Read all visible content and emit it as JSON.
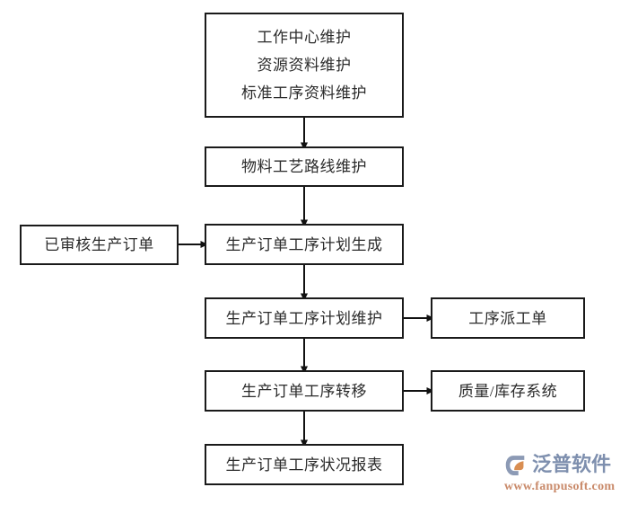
{
  "diagram": {
    "type": "flowchart",
    "orientation": "top-to-bottom",
    "background_color": "#ffffff",
    "box_border_color": "#1a1a1a",
    "text_color": "#2b2b2b",
    "arrow_color": "#111111"
  },
  "nodes": {
    "basic_data": {
      "id": "basic-data",
      "lines": [
        "工作中心维护",
        "资源资料维护",
        "标准工序资料维护"
      ]
    },
    "routing": {
      "id": "routing",
      "label": "物料工艺路线维护"
    },
    "approved_order": {
      "id": "approved-order",
      "label": "已审核生产订单"
    },
    "plan_generate": {
      "id": "plan-generate",
      "label": "生产订单工序计划生成"
    },
    "plan_maintain": {
      "id": "plan-maintain",
      "label": "生产订单工序计划维护"
    },
    "dispatch_order": {
      "id": "dispatch-order",
      "label": "工序派工单"
    },
    "op_transfer": {
      "id": "op-transfer",
      "label": "生产订单工序转移"
    },
    "qc_inventory": {
      "id": "qc-inventory",
      "label": "质量/库存系统"
    },
    "status_report": {
      "id": "status-report",
      "label": "生产订单工序状况报表"
    }
  },
  "edges": [
    {
      "from": "basic_data",
      "to": "routing",
      "direction": "down",
      "arrowhead": true
    },
    {
      "from": "routing",
      "to": "plan_generate",
      "direction": "down",
      "arrowhead": true
    },
    {
      "from": "approved_order",
      "to": "plan_generate",
      "direction": "right",
      "arrowhead": true
    },
    {
      "from": "plan_generate",
      "to": "plan_maintain",
      "direction": "down",
      "arrowhead": true
    },
    {
      "from": "plan_maintain",
      "to": "dispatch_order",
      "direction": "right",
      "arrowhead": true
    },
    {
      "from": "plan_maintain",
      "to": "op_transfer",
      "direction": "down",
      "arrowhead": true
    },
    {
      "from": "op_transfer",
      "to": "qc_inventory",
      "direction": "right",
      "arrowhead": true
    },
    {
      "from": "op_transfer",
      "to": "status_report",
      "direction": "down",
      "arrowhead": true
    }
  ],
  "watermark": {
    "brand": "泛普软件",
    "url": "www.fanpusoft.com",
    "brand_color": "#7e8fae",
    "url_color": "#c98a6a",
    "mark_blue": "#8c9ab5",
    "mark_orange": "#d98e52"
  }
}
